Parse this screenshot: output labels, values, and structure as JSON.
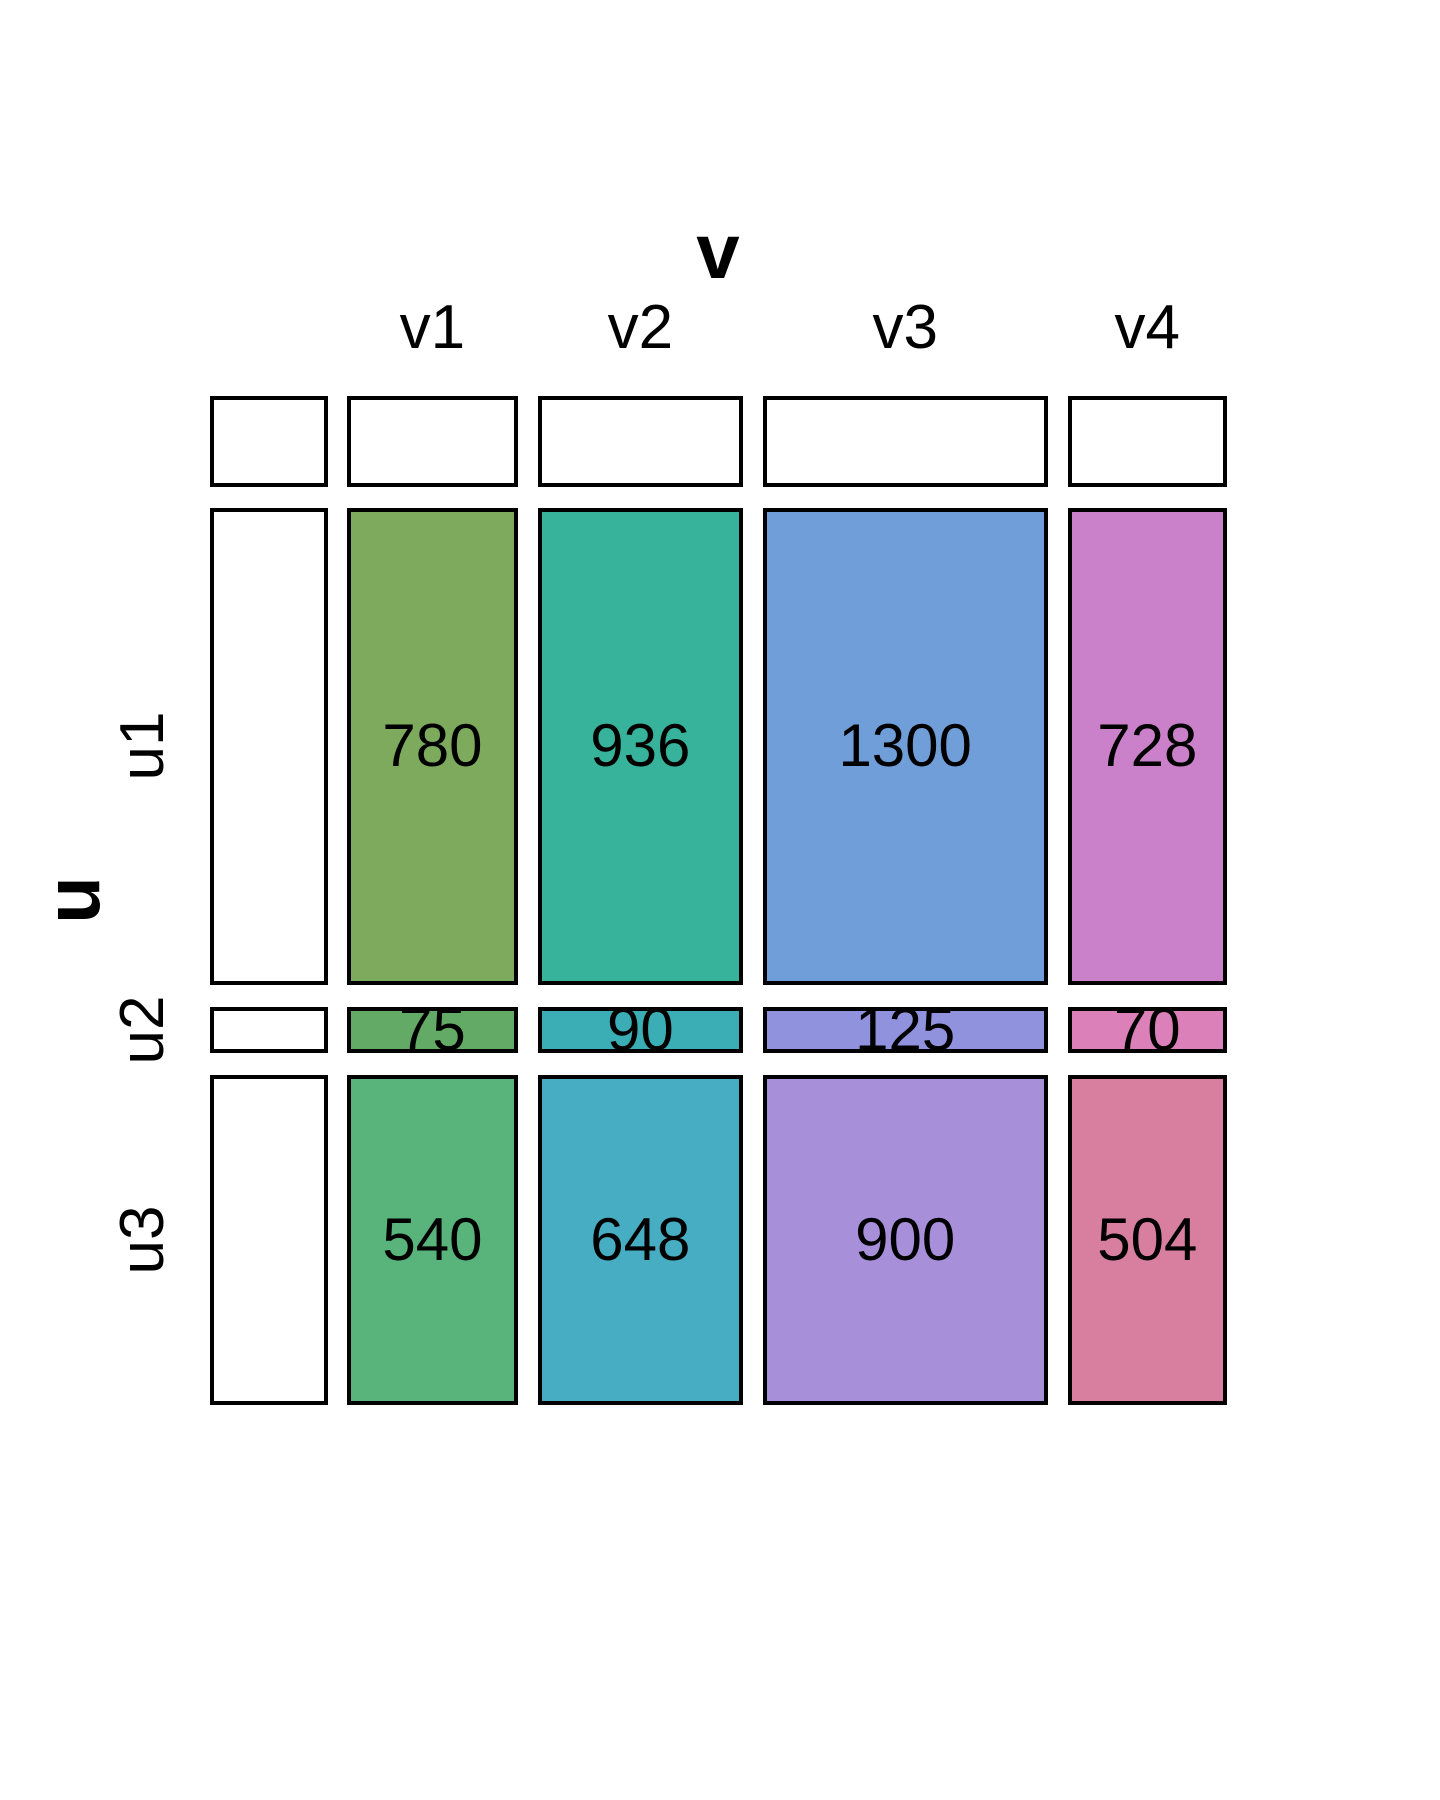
{
  "chart_data": {
    "type": "mosaic",
    "title": "",
    "col_variable": "v",
    "row_variable": "u",
    "columns": [
      "v1",
      "v2",
      "v3",
      "v4"
    ],
    "rows": [
      "u1",
      "u2",
      "u3"
    ],
    "series": [
      {
        "name": "u1",
        "values": [
          780,
          936,
          1300,
          728
        ]
      },
      {
        "name": "u2",
        "values": [
          75,
          90,
          125,
          70
        ]
      },
      {
        "name": "u3",
        "values": [
          540,
          648,
          900,
          504
        ]
      }
    ],
    "cell_colors": [
      [
        "#7daa5c",
        "#37b29b",
        "#6f9ed8",
        "#ca81ca"
      ],
      [
        "#63aa66",
        "#3badb4",
        "#9092de",
        "#dc80ba"
      ],
      [
        "#58b47a",
        "#47adc2",
        "#a88fd9",
        "#d87f9f"
      ]
    ],
    "border_color": "#000000",
    "background_color": "#ffffff",
    "text_color": "#000000",
    "legend": "none",
    "grid": "off"
  }
}
